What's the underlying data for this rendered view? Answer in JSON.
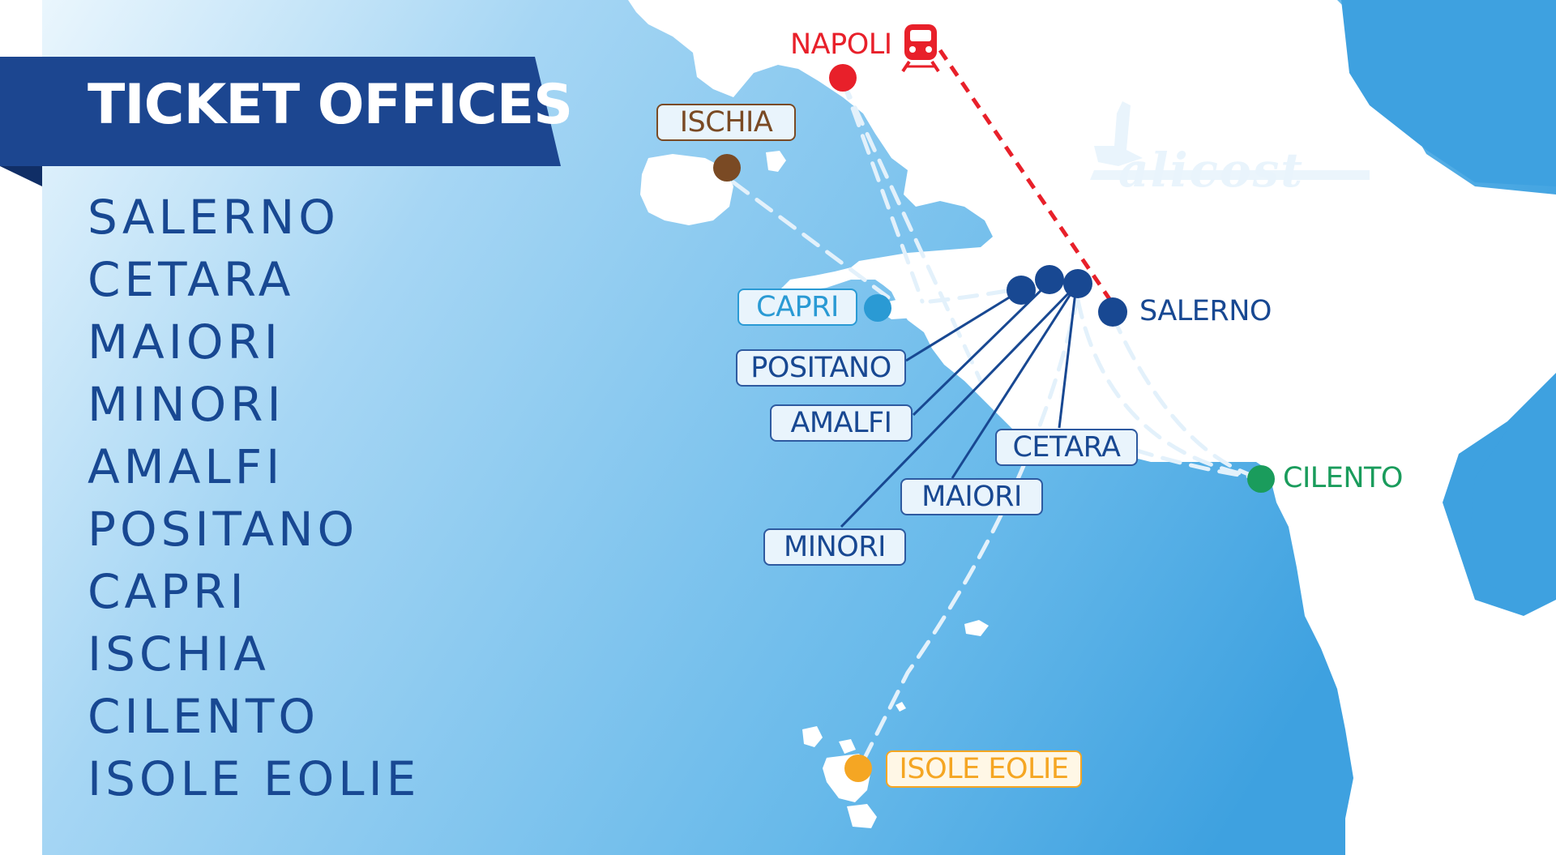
{
  "title": "TICKET OFFICES",
  "offices": [
    "SALERNO",
    "CETARA",
    "MAIORI",
    "MINORI",
    "AMALFI",
    "POSITANO",
    "CAPRI",
    "ISCHIA",
    "CILENTO",
    "ISOLE EOLIE"
  ],
  "map": {
    "napoli": "NAPOLI",
    "ischia": "ISCHIA",
    "capri": "CAPRI",
    "positano": "POSITANO",
    "amalfi": "AMALFI",
    "cetara": "CETARA",
    "maiori": "MAIORI",
    "minori": "MINORI",
    "salerno": "SALERNO",
    "cilento": "CILENTO",
    "isole_eolie": "ISOLE EOLIE"
  },
  "logo": "alicost",
  "icons": {
    "train": "train-icon"
  },
  "colors": {
    "banner": "#1c4690",
    "sea_dark": "#3aa0e0",
    "sea_light": "#c2e2f7",
    "napoli": "#e8202a",
    "ischia": "#7a4a24",
    "capri": "#2a9ad4",
    "coast_towns": "#184892",
    "cilento": "#1a9c5c",
    "eolie": "#f5a623"
  }
}
